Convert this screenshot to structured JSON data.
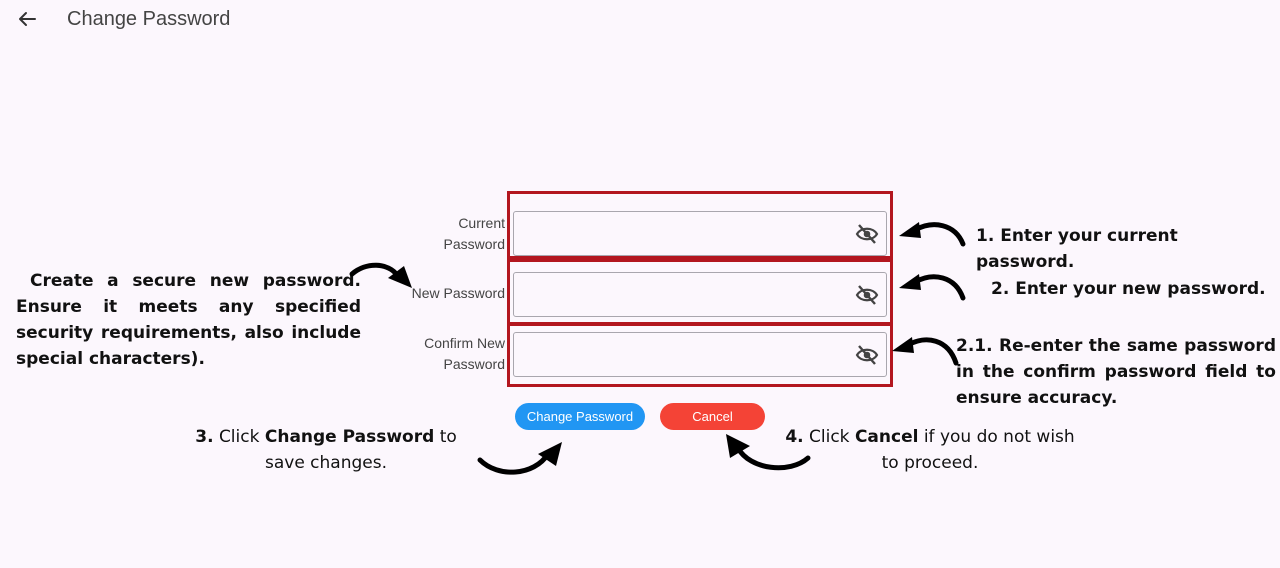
{
  "header": {
    "title": "Change Password",
    "back_icon": "arrow-left-icon"
  },
  "form": {
    "current_password_label": "Current Password",
    "current_password_value": "",
    "new_password_label": "New Password",
    "new_password_value": "",
    "confirm_password_label": "Confirm New Password",
    "confirm_password_value": "",
    "visibility_icon": "eye-off-icon"
  },
  "buttons": {
    "change_password": "Change Password",
    "cancel": "Cancel"
  },
  "annotations": {
    "step1": "1. Enter your current password.",
    "step2": "2. Enter your new password.",
    "step2_1": "2.1. Re-enter the same password in the confirm password field to ensure accuracy.",
    "tip": "Create a secure new password. Ensure it meets any specified security requirements, also include special characters).",
    "step3_num": "3.",
    "step3_pre": "Click",
    "step3_bold": "Change Password",
    "step3_post": "to save changes.",
    "step4_num": "4.",
    "step4_pre": "Click",
    "step4_bold": "Cancel",
    "step4_post": "if you do not wish to proceed."
  },
  "colors": {
    "background": "#fcf7fd",
    "highlight_border": "#b3161f",
    "change_button": "#2196f3",
    "cancel_button": "#f44336"
  }
}
